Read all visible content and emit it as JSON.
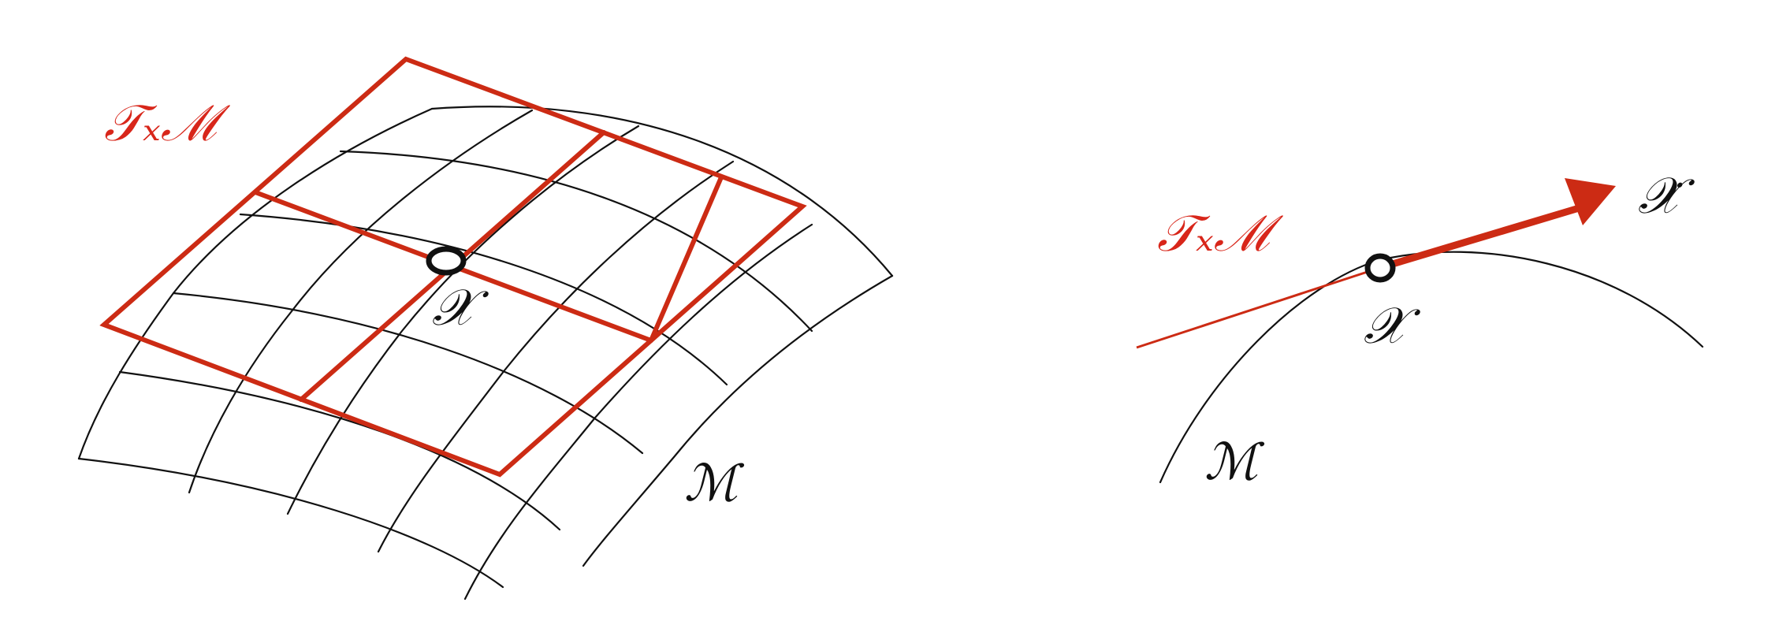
{
  "left_panel": {
    "tangent_space_label": "𝒯ₓℳ",
    "point_label": "𝒳",
    "manifold_label": "ℳ"
  },
  "right_panel": {
    "tangent_space_label": "𝒯ₓℳ",
    "point_label": "𝒳",
    "velocity_label": "𝒳̇",
    "manifold_label": "ℳ"
  },
  "colors": {
    "tangent": "#d8261a",
    "manifold": "#111111"
  }
}
